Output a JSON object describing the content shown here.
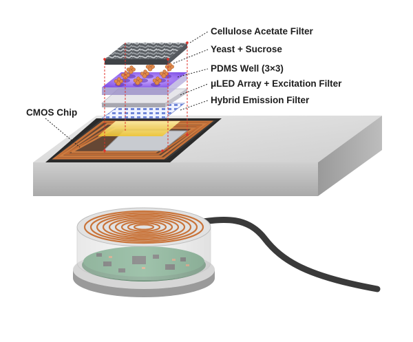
{
  "labels": {
    "cellulose": "Cellulose Acetate Filter",
    "yeast": "Yeast + Sucrose",
    "pdms": "PDMS Well (3×3)",
    "uled": "μLED Array + Excitation Filter",
    "hybrid": "Hybrid Emission Filter",
    "cmos": "CMOS Chip"
  },
  "colors": {
    "chip_slab_top": "#dcdcdc",
    "coil_copper": "#c9743a",
    "uled_glow": "#9b6cf0",
    "emission_glow": "#f3d14a",
    "guide_line": "#e0302a",
    "pcb_green": "#2f6e45"
  },
  "icons": {
    "filter_texture": "fiber-mesh",
    "yeast_cells": "yeast-cluster",
    "spiral_coil": "spiral-coil"
  }
}
